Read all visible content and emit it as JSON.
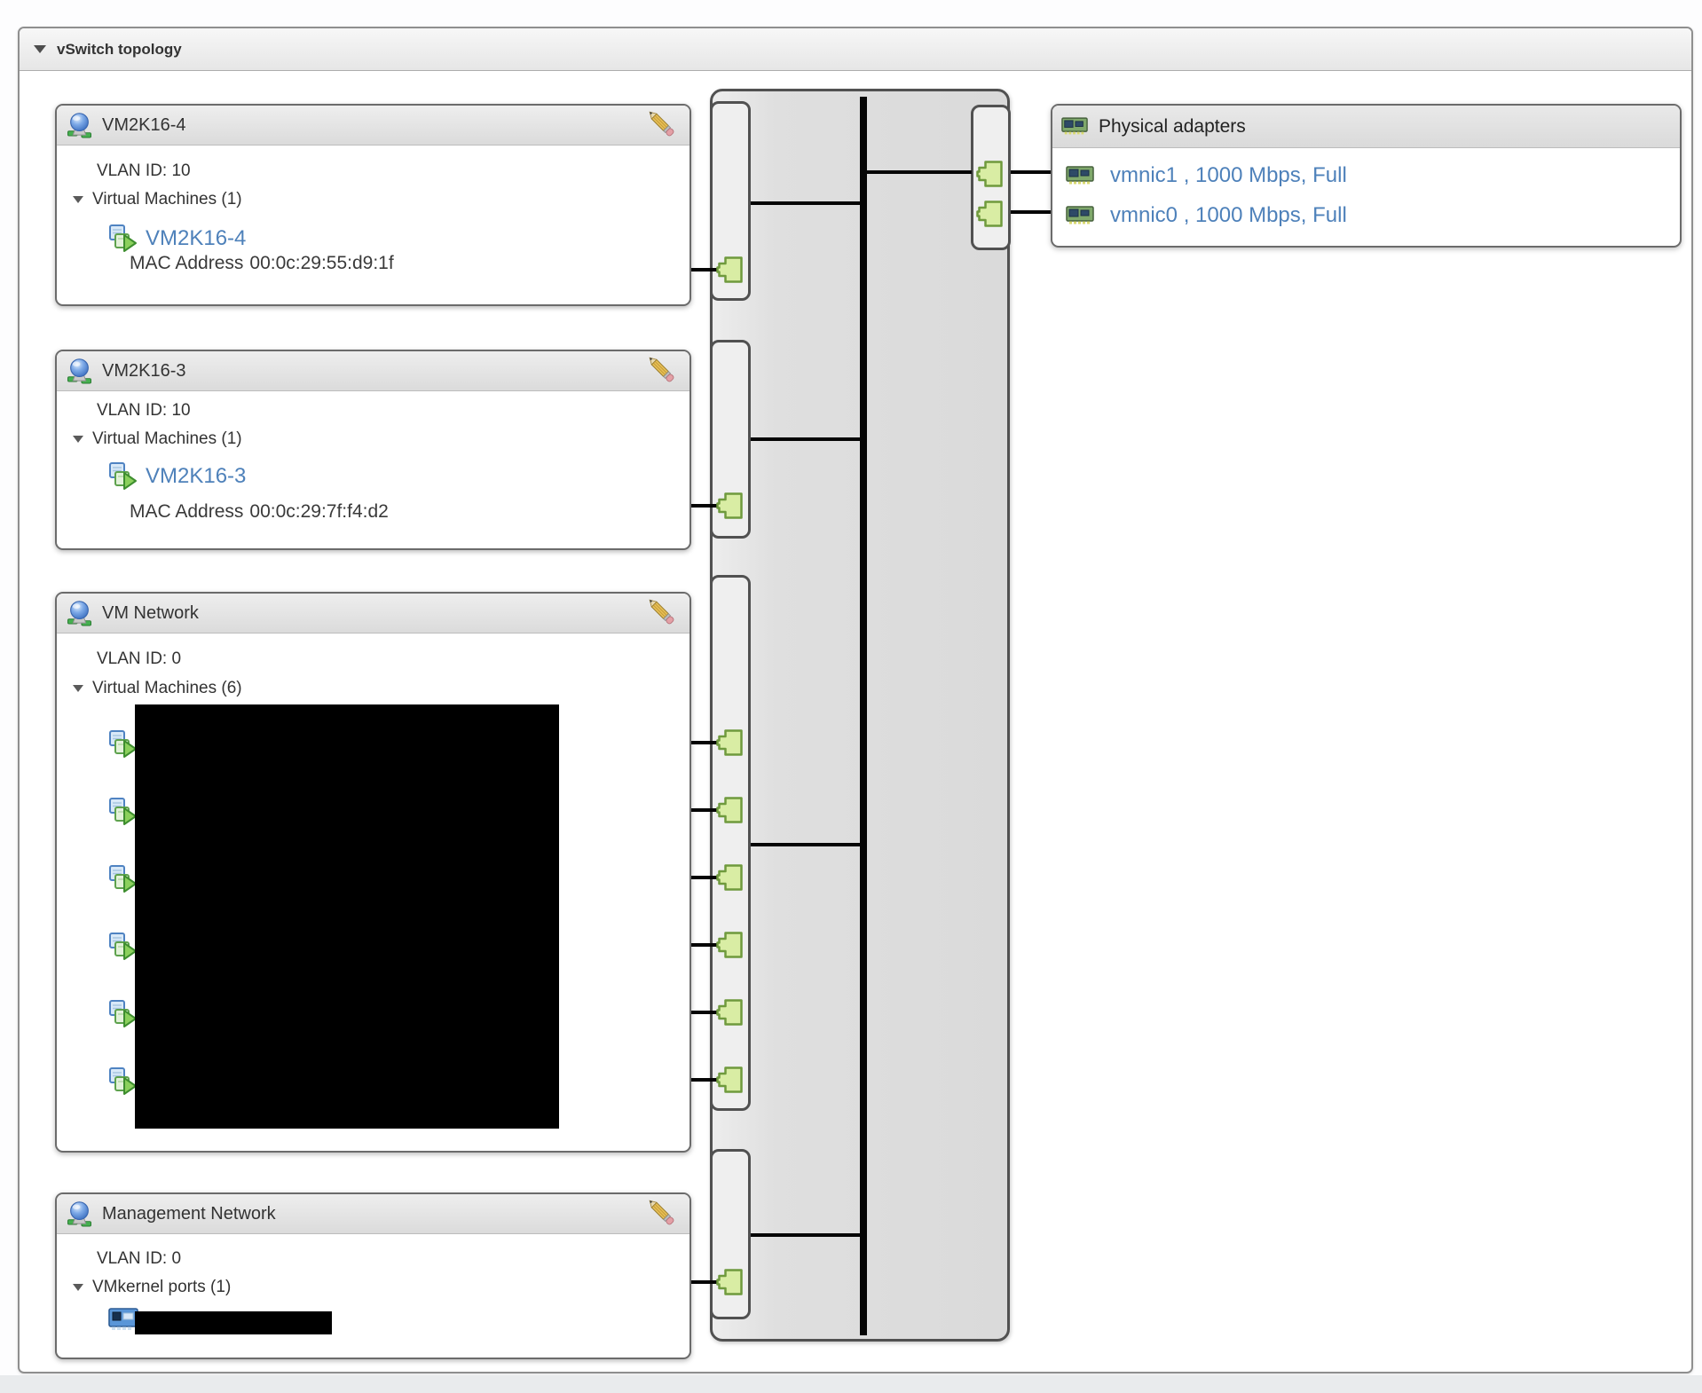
{
  "panel": {
    "title": "vSwitch topology"
  },
  "port_groups": [
    {
      "name": "VM2K16-4",
      "vlan_label": "VLAN ID: 10",
      "vlan_id": "10",
      "members_label": "Virtual Machines (1)",
      "vms": [
        {
          "name": "VM2K16-4",
          "mac_title": "MAC Address",
          "mac": "00:0c:29:55:d9:1f"
        }
      ]
    },
    {
      "name": "VM2K16-3",
      "vlan_label": "VLAN ID: 10",
      "vlan_id": "10",
      "members_label": "Virtual Machines (1)",
      "vms": [
        {
          "name": "VM2K16-3",
          "mac_title": "MAC Address",
          "mac": "00:0c:29:7f:f4:d2"
        }
      ]
    },
    {
      "name": "VM Network",
      "vlan_label": "VLAN ID: 0",
      "vlan_id": "0",
      "members_label": "Virtual Machines (6)",
      "vm_count": 6,
      "vm_names_redacted": true
    },
    {
      "name": "Management Network",
      "vlan_label": "VLAN ID: 0",
      "vlan_id": "0",
      "members_label": "VMkernel ports (1)",
      "vmkernel_port_count": 1,
      "vmkernel_port_redacted": true
    }
  ],
  "physical_adapters": {
    "title": "Physical adapters",
    "nics": [
      {
        "name": "vmnic1",
        "label": "vmnic1 , 1000 Mbps, Full"
      },
      {
        "name": "vmnic0",
        "label": "vmnic0 , 1000 Mbps, Full"
      }
    ]
  },
  "colors": {
    "link_blue": "#4e81ba",
    "port_green_fill": "#d9eda4",
    "port_green_stroke": "#6f9a3d",
    "switch_body_fill": "#dcdcdc",
    "connection_line": "#000000",
    "header_gray": "#e6e6e6"
  }
}
